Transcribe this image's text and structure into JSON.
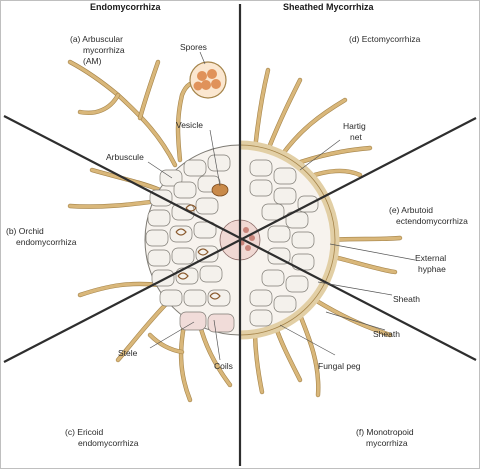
{
  "headers": {
    "left": "Endomycorrhiza",
    "right": "Sheathed Mycorrhiza"
  },
  "sections": {
    "a": [
      "(a) Arbuscular",
      "mycorrhiza",
      "(AM)"
    ],
    "b": [
      "(b) Orchid",
      "endomycorrhiza"
    ],
    "c": [
      "(c) Ericoid",
      "endomycorrhiza"
    ],
    "d": [
      "(d) Ectomycorrhiza"
    ],
    "e": [
      "(e) Arbutoid",
      "ectendomycorrhiza"
    ],
    "f": [
      "(f) Monotropoid",
      "mycorrhiza"
    ]
  },
  "structures": {
    "spores": "Spores",
    "vesicle": "Vesicle",
    "arbuscule": "Arbuscule",
    "hartig_net": [
      "Hartig",
      "net"
    ],
    "external_hyphae": [
      "External",
      "hyphae"
    ],
    "sheath_1": "Sheath",
    "sheath_2": "Sheath",
    "stele": "Stele",
    "coils": "Coils",
    "fungal_peg": "Fungal peg"
  }
}
